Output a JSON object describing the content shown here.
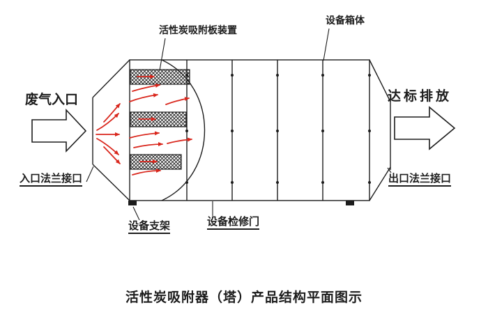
{
  "diagram": {
    "title": "活性炭吸附器（塔）产品结构平面图示",
    "labels": {
      "adsorption_plate_device": "活性炭吸附板装置",
      "equipment_box": "设备箱体",
      "waste_gas_inlet": "废气入口",
      "compliant_discharge": "达标排放",
      "inlet_flange": "入口法兰接口",
      "outlet_flange": "出口法兰接口",
      "equipment_support": "设备支架",
      "maintenance_door": "设备检修门"
    },
    "icons": {
      "inlet_flow_arrow": "block-arrow-right-icon",
      "outlet_flow_arrow": "block-arrow-right-icon",
      "airflow": "red-curved-flow-arrows"
    },
    "structure": {
      "chamber_count": 5,
      "adsorption_plate_count": 3,
      "support_feet_count": 2
    },
    "colors": {
      "line": "#1c1c1c",
      "flow": "#d9261c",
      "background": "#ffffff"
    }
  }
}
